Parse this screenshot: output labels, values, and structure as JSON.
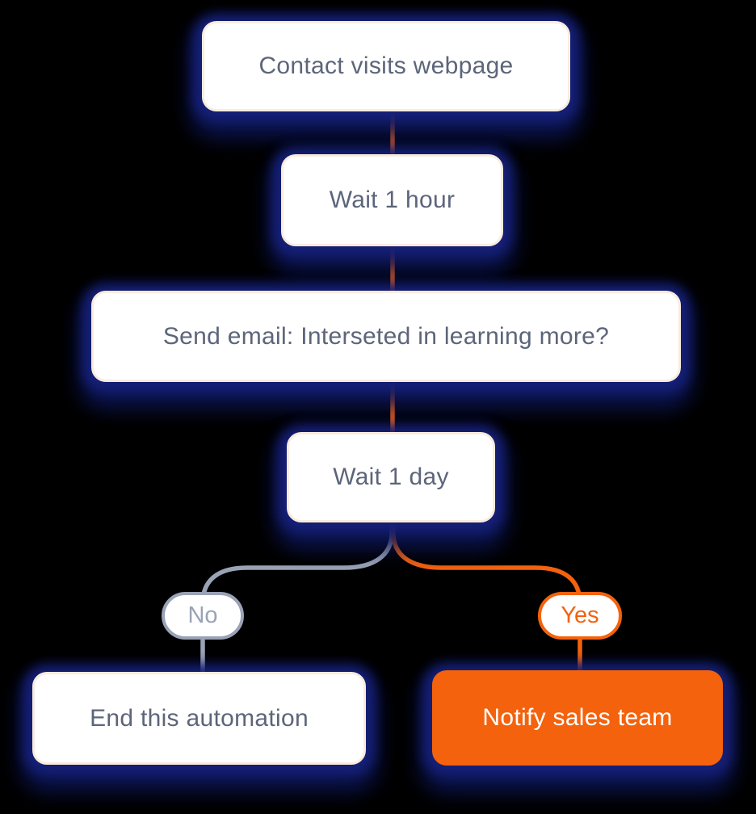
{
  "nodes": {
    "contact_visits": {
      "label": "Contact visits webpage"
    },
    "wait_hour": {
      "label": "Wait 1 hour"
    },
    "send_email": {
      "label": "Send email: Interseted in learning more?"
    },
    "wait_day": {
      "label": "Wait 1 day"
    },
    "end_automation": {
      "label": "End this automation"
    },
    "notify_sales": {
      "label": "Notify sales team"
    }
  },
  "branches": {
    "no": {
      "label": "No"
    },
    "yes": {
      "label": "Yes"
    }
  },
  "colors": {
    "accent_orange": "#F4620D",
    "muted_gray": "#9AA2B6",
    "card_text_slate": "#5C657A",
    "card_background": "#FFFFFF",
    "card_border_cream": "#F9ECDD",
    "halo_navy": "#131E6E",
    "notify_text": "#FFFFFF",
    "page_background": "#000000"
  }
}
